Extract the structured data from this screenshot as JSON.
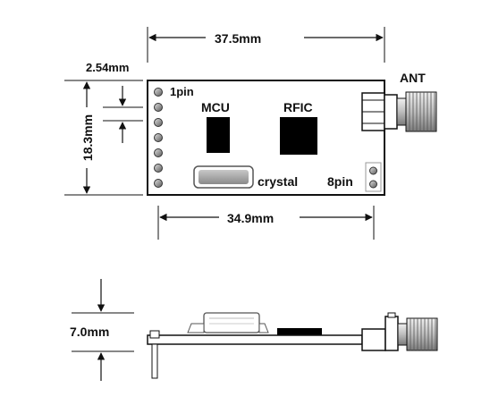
{
  "top_view": {
    "width_top": "37.5mm",
    "pin_pitch": "2.54mm",
    "height": "18.3mm",
    "width_bottom": "34.9mm",
    "pin1": "1pin",
    "mcu": "MCU",
    "rfic": "RFIC",
    "crystal": "crystal",
    "pin8": "8pin",
    "antenna": "ANT"
  },
  "side_view": {
    "thickness": "7.0mm"
  },
  "colors": {
    "ink": "#111111",
    "chip": "#000000",
    "crystal": "#9a9a9a",
    "pin": "#8a8a8a"
  }
}
